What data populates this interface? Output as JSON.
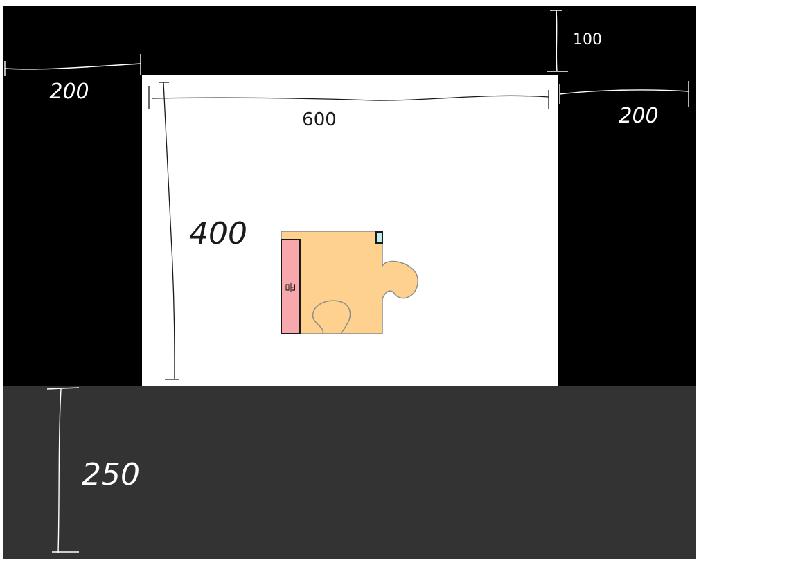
{
  "colors": {
    "background": "#ffffff",
    "black_region": "#000000",
    "gray_region": "#333333",
    "white_region": "#ffffff",
    "puzzle_fill": "#ffd18f",
    "puzzle_stroke": "#8c8c8c",
    "pink_bar": "#f6a8ac",
    "pink_bar_stroke": "#1a1a1a",
    "cyan_square": "#bff0f0",
    "annotation_light": "#ffffff",
    "annotation_dark": "#1a1a1a"
  },
  "annotations": {
    "left_margin": "200",
    "right_margin": "200",
    "top_margin": "100",
    "white_width": "600",
    "white_height": "400",
    "bottom_band": "250"
  },
  "puzzle": {
    "bar_label": "문"
  }
}
